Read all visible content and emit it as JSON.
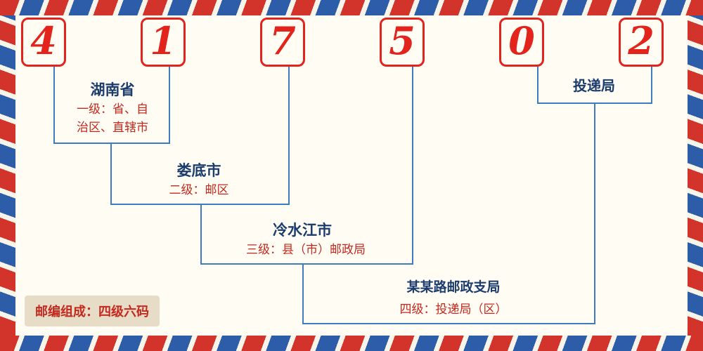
{
  "code": {
    "digits": [
      "4",
      "1",
      "7",
      "5",
      "0",
      "2"
    ]
  },
  "levels": {
    "level1": {
      "name": "湖南省",
      "desc1": "一级：省、自",
      "desc2": "治区、直辖市"
    },
    "level2": {
      "name": "娄底市",
      "desc": "二级：邮区"
    },
    "level3": {
      "name": "冷水江市",
      "desc": "三级：县（市）邮政局"
    },
    "level4": {
      "name": "某某路邮政支局",
      "desc": "四级：投递局（区）"
    },
    "delivery": {
      "name": "投递局"
    }
  },
  "footer": {
    "text": "邮编组成：四级六码"
  },
  "colors": {
    "digit_red": "#e3241d",
    "label_navy": "#1b3c6d",
    "label_red": "#c5281f",
    "line_blue": "#3e7cc0",
    "stripe_red": "#d2342c",
    "stripe_blue": "#2d5ca8",
    "background": "#fffdf3",
    "footer_bg": "#e7dcc6"
  }
}
